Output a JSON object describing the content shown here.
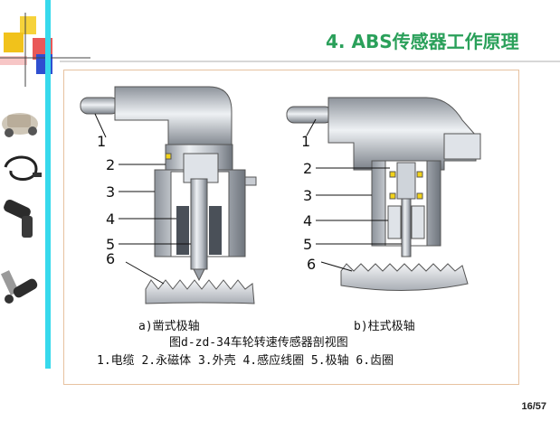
{
  "slide": {
    "title": "4. ABS传感器工作原理",
    "page_number": "16/57"
  },
  "figure": {
    "label_a": "a)凿式极轴",
    "label_b": "b)柱式极轴",
    "caption": "图d-zd-34车轮转速传感器剖视图",
    "legend": "1.电缆 2.永磁体 3.外壳 4.感应线圈 5.极轴 6.齿圈",
    "part_numbers_left": [
      "1",
      "2",
      "3",
      "4",
      "5",
      "6"
    ],
    "part_numbers_right": [
      "1",
      "2",
      "3",
      "4",
      "5",
      "6"
    ]
  },
  "colors": {
    "title": "#2aa05a",
    "accent_bar": "#37d9ec",
    "frame": "#e7c2a0"
  },
  "icons": [
    "car-chassis-icon",
    "sensor-cable-icon",
    "wheel-speed-sensor-icon",
    "bracket-sensor-icon"
  ]
}
